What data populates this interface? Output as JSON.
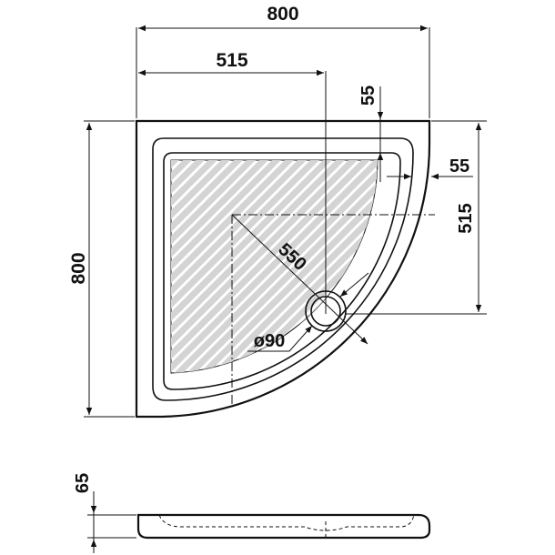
{
  "dimensions": {
    "total_width": "800",
    "inner_offset_width": "515",
    "rim_top": "55",
    "rim_right": "55",
    "inner_offset_height": "515",
    "total_height": "800",
    "radius": "550",
    "drain_diameter": "ø90",
    "tray_height": "65"
  },
  "colors": {
    "line": "#111111",
    "hatch": "#d4d4d4",
    "background": "#ffffff"
  }
}
